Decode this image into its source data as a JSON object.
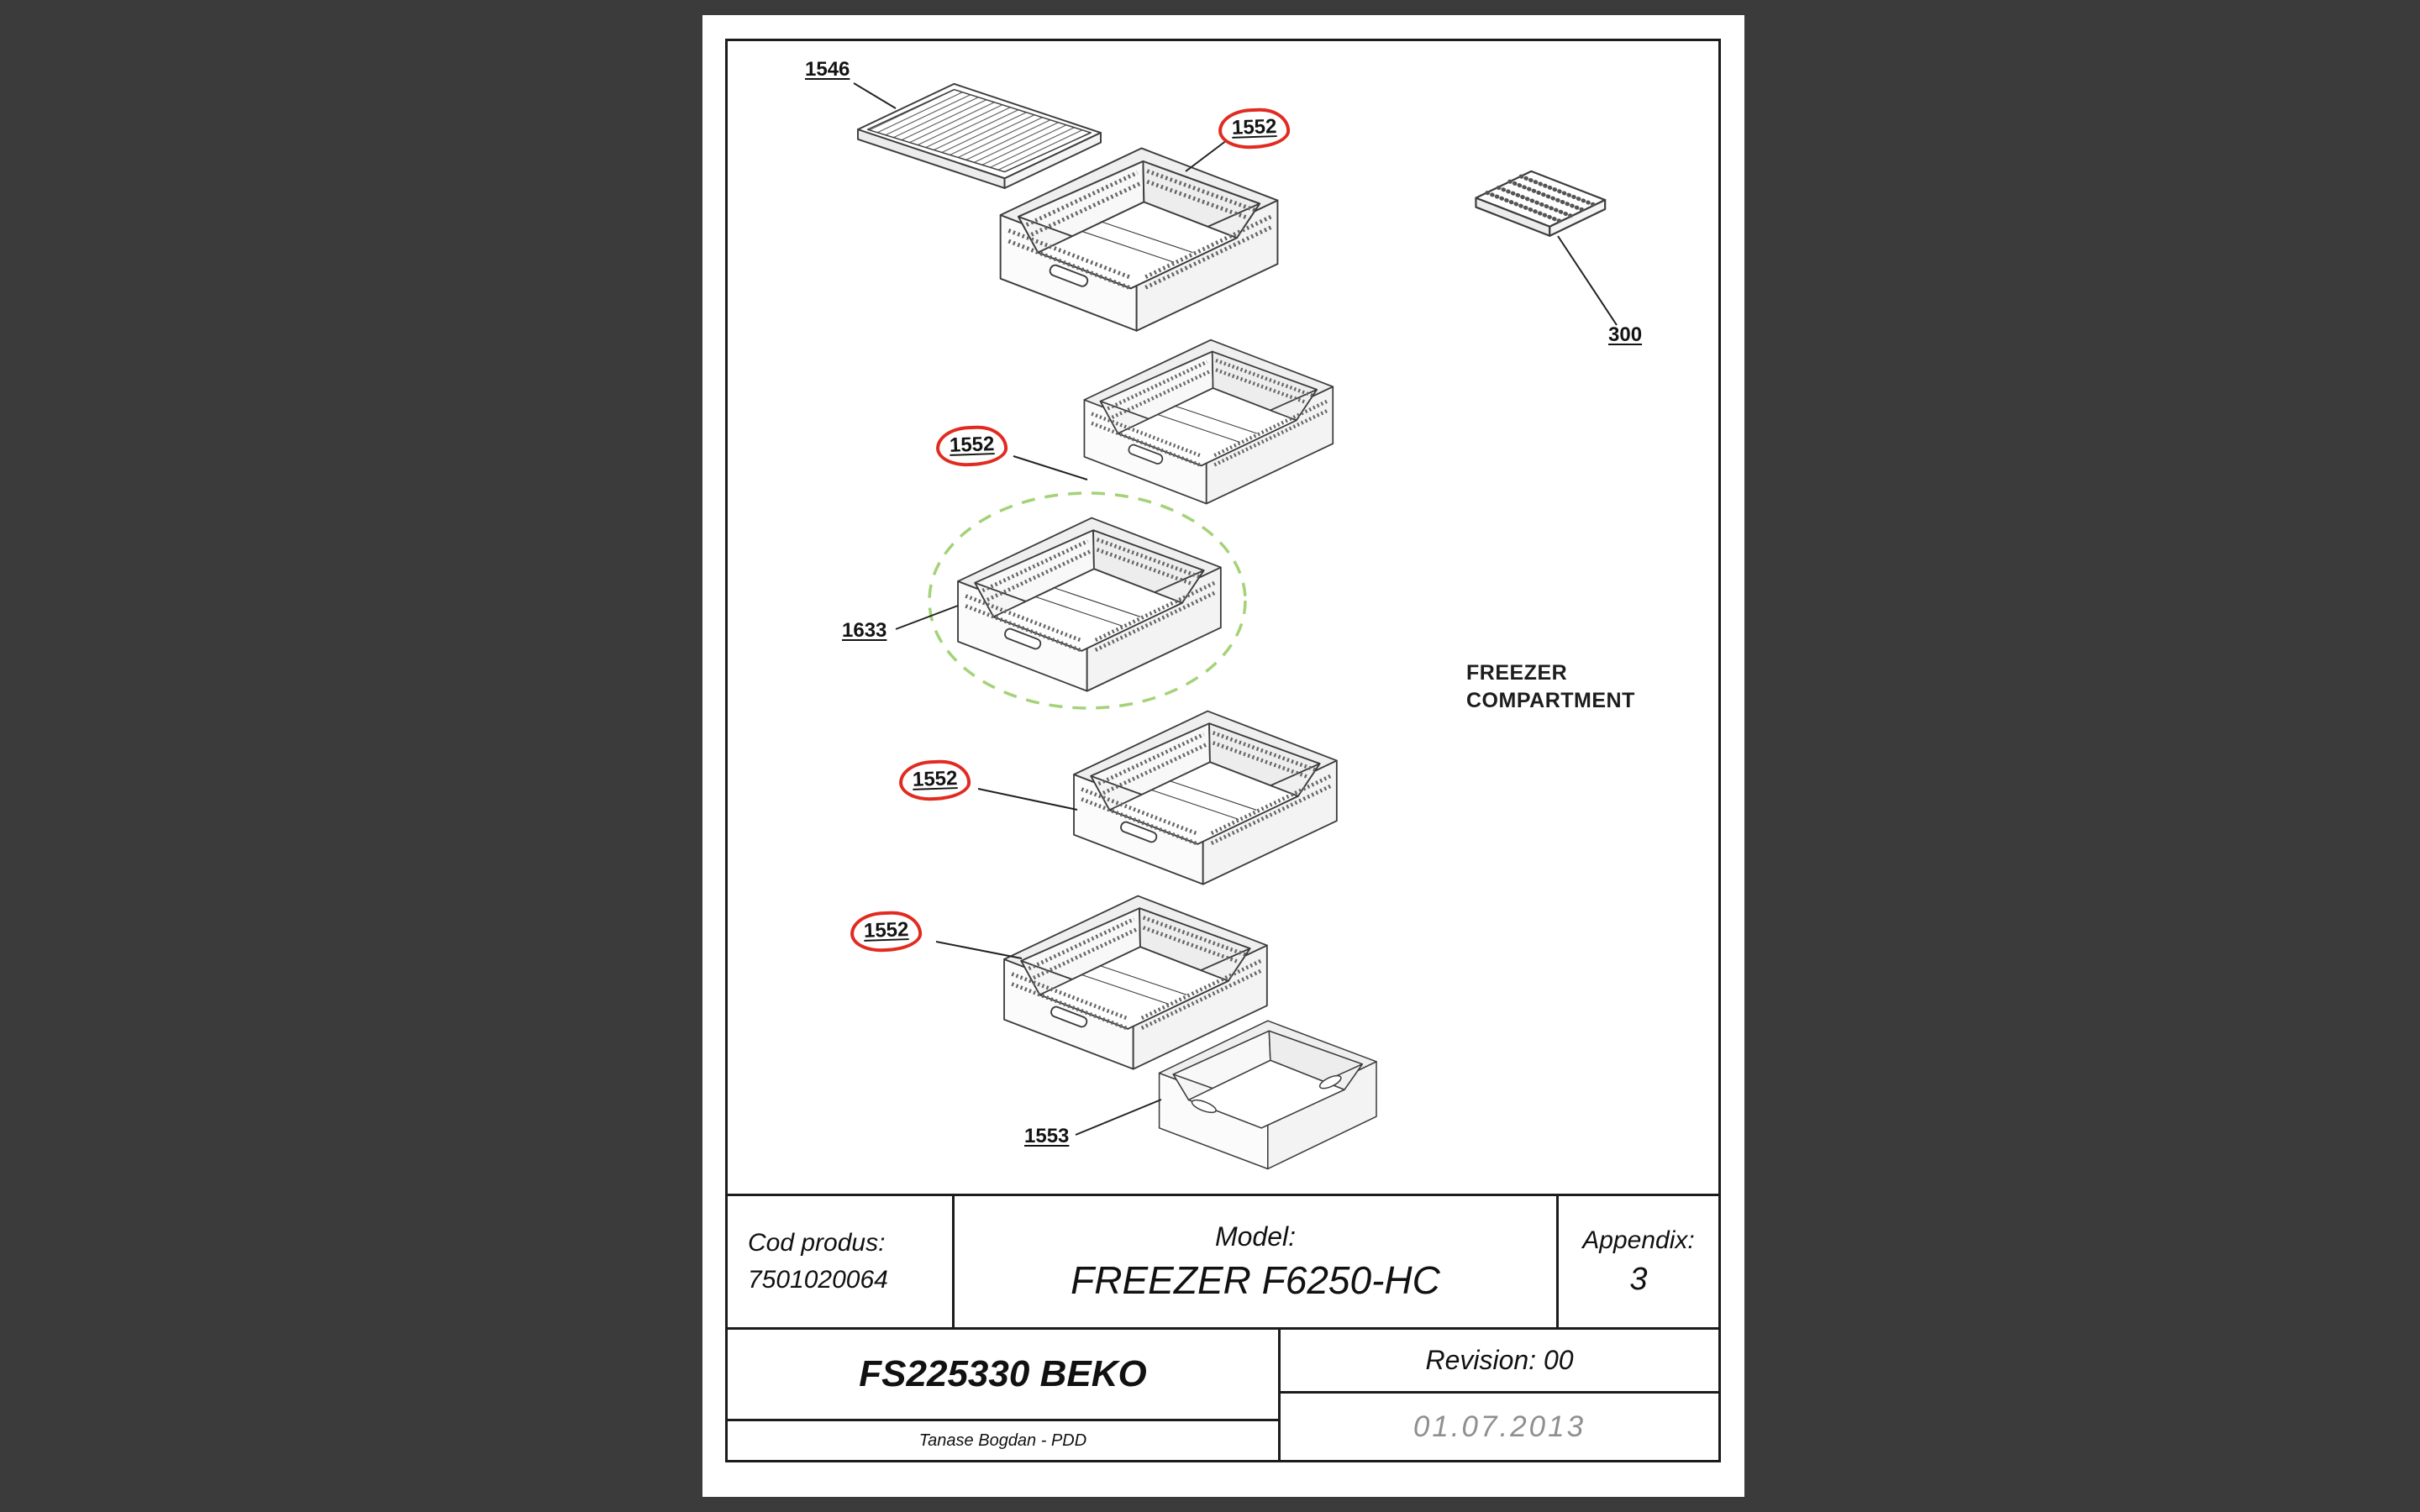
{
  "page": {
    "canvas_background": "#3b3b3b",
    "paper_background": "#ffffff"
  },
  "diagram": {
    "compartment_line1": "FREEZER",
    "compartment_line2": "COMPARTMENT",
    "labels": {
      "wire_shelf": "1546",
      "drawer_1": "1552",
      "drawer_2": "1552",
      "drawer_3": "1633",
      "drawer_4": "1552",
      "drawer_5": "1552",
      "bottom_drawer": "1553",
      "ice_tray": "300"
    },
    "annotation_red": "#e22b20",
    "highlight_green": "#86c34a"
  },
  "title_block": {
    "cod_produs_label": "Cod produs:",
    "cod_produs_value": "7501020064",
    "model_label": "Model:",
    "model_value": "FREEZER F6250-HC",
    "appendix_label": "Appendix:",
    "appendix_value": "3",
    "document_code": "FS225330 BEKO",
    "revision": "Revision: 00",
    "author": "Tanase Bogdan - PDD",
    "date": "01.07.2013"
  }
}
